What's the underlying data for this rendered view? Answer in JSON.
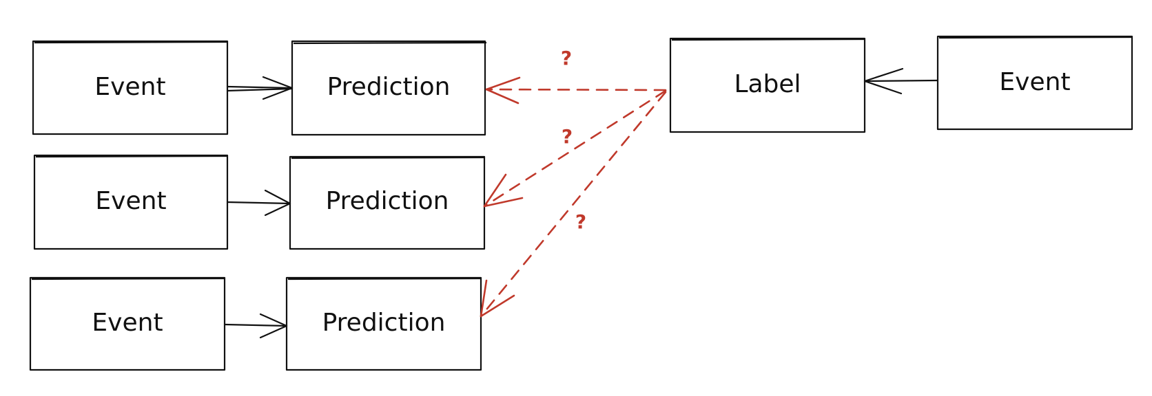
{
  "colors": {
    "ink": "#111111",
    "accent": "#c0392b"
  },
  "nodes": {
    "event_1": "Event",
    "prediction_1": "Prediction",
    "event_2": "Event",
    "prediction_2": "Prediction",
    "event_3": "Event",
    "prediction_3": "Prediction",
    "label": "Label",
    "event_label": "Event"
  },
  "question_marks": [
    "?",
    "?",
    "?"
  ],
  "edges": [
    {
      "from": "event_1",
      "to": "prediction_1",
      "style": "solid"
    },
    {
      "from": "event_2",
      "to": "prediction_2",
      "style": "solid"
    },
    {
      "from": "event_3",
      "to": "prediction_3",
      "style": "solid"
    },
    {
      "from": "event_label",
      "to": "label",
      "style": "solid"
    },
    {
      "from": "label",
      "to": "prediction_1",
      "style": "dashed",
      "annotation": "?"
    },
    {
      "from": "label",
      "to": "prediction_2",
      "style": "dashed",
      "annotation": "?"
    },
    {
      "from": "label",
      "to": "prediction_3",
      "style": "dashed",
      "annotation": "?"
    }
  ]
}
